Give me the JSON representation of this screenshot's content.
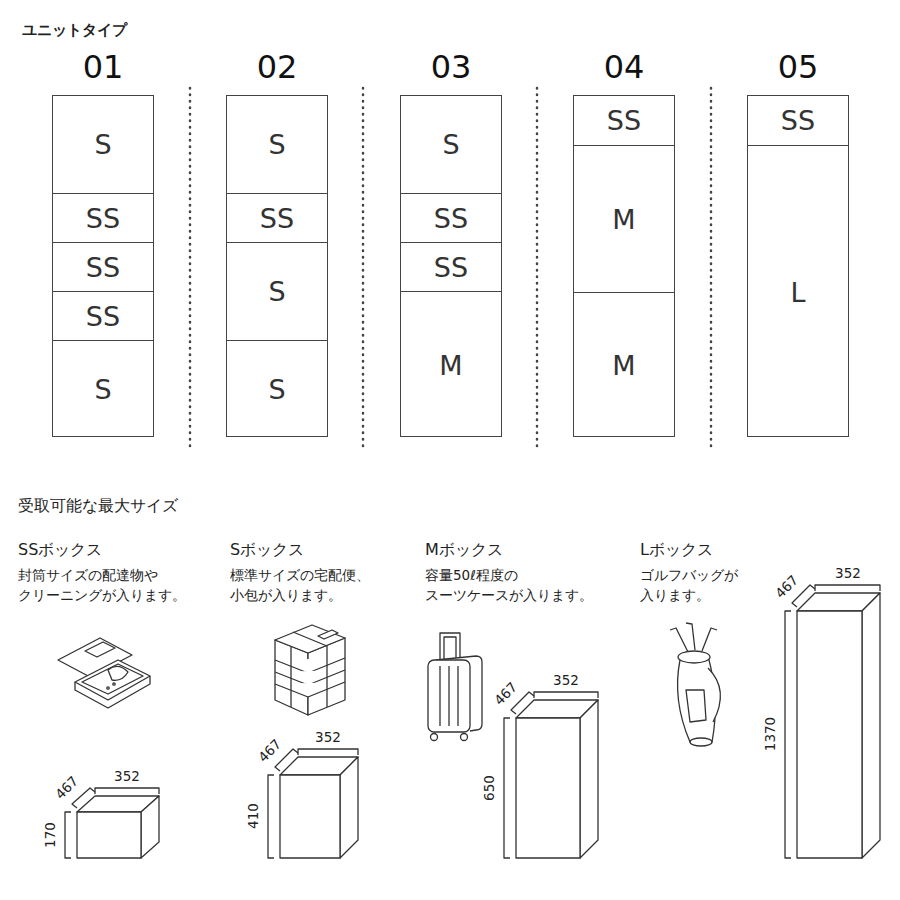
{
  "diagram": {
    "title": "ユニットタイプ",
    "nodes": [
      {
        "text": [
          "01"
        ]
      },
      {
        "text": [
          "S"
        ],
        "in": 0
      },
      {
        "text": [
          "SS"
        ],
        "in": 0
      },
      {
        "text": [
          "SS"
        ],
        "in": 0
      },
      {
        "text": [
          "SS"
        ],
        "in": 0
      },
      {
        "text": [
          "S"
        ],
        "in": 0
      },
      {
        "text": [
          "02"
        ]
      },
      {
        "text": [
          "S"
        ],
        "in": 6
      },
      {
        "text": [
          "SS"
        ],
        "in": 6
      },
      {
        "text": [
          "S"
        ],
        "in": 6
      },
      {
        "text": [
          "S"
        ],
        "in": 6
      },
      {
        "text": [
          "03"
        ]
      },
      {
        "text": [
          "S"
        ],
        "in": 11
      },
      {
        "text": [
          "SS"
        ],
        "in": 11
      },
      {
        "text": [
          "SS"
        ],
        "in": 11
      },
      {
        "text": [
          "M"
        ],
        "in": 11
      },
      {
        "text": [
          "04"
        ]
      },
      {
        "text": [
          "SS"
        ],
        "in": 16
      },
      {
        "text": [
          "M"
        ],
        "in": 16
      },
      {
        "text": [
          "M"
        ],
        "in": 16
      },
      {
        "text": [
          "05"
        ]
      },
      {
        "text": [
          "SS"
        ],
        "in": 20
      },
      {
        "text": [
          "L"
        ],
        "in": 20
      }
    ],
    "labels": [
      "受取可能な最大サイズ",
      "SSボックス",
      "封筒サイズの配達物や クリーニングが入ります。",
      "467",
      "352",
      "170",
      "Sボックス",
      "標準サイズの宅配便、 小包が入ります。",
      "467",
      "352",
      "410",
      "Mボックス",
      "容量50ℓ程度の スーツケースが入ります。",
      "467",
      "352",
      "650",
      "Lボックス",
      "ゴルフバッグが 入ります。",
      "467",
      "352",
      "1370"
    ]
  }
}
